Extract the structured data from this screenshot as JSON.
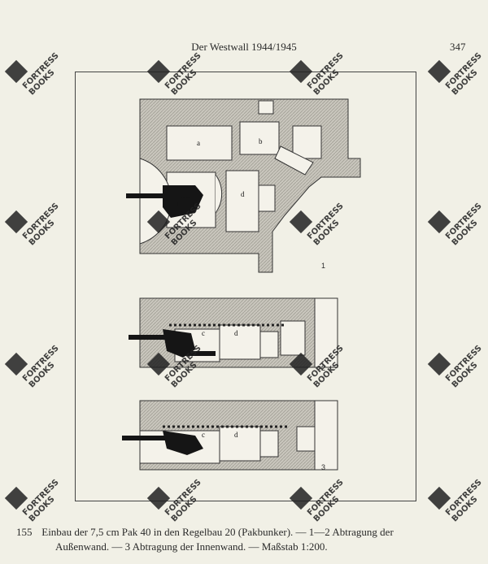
{
  "header": {
    "title": "Der Westwall 1944/1945",
    "page_number": "347"
  },
  "figure": {
    "room_labels": [
      "a",
      "b",
      "d",
      "c",
      "d",
      "c",
      "d"
    ],
    "numbers": [
      "1",
      "2",
      "3"
    ]
  },
  "caption": {
    "number": "155",
    "line1": "Einbau der 7,5 cm Pak 40 in den Regelbau 20 (Pakbunker). — 1—2 Abtragung der",
    "line2": "Außenwand. — 3 Abtragung der Innenwand. — Maßstab 1:200."
  },
  "watermark": {
    "text_line1": "FORTRESS",
    "text_line2": "BOOKS"
  }
}
